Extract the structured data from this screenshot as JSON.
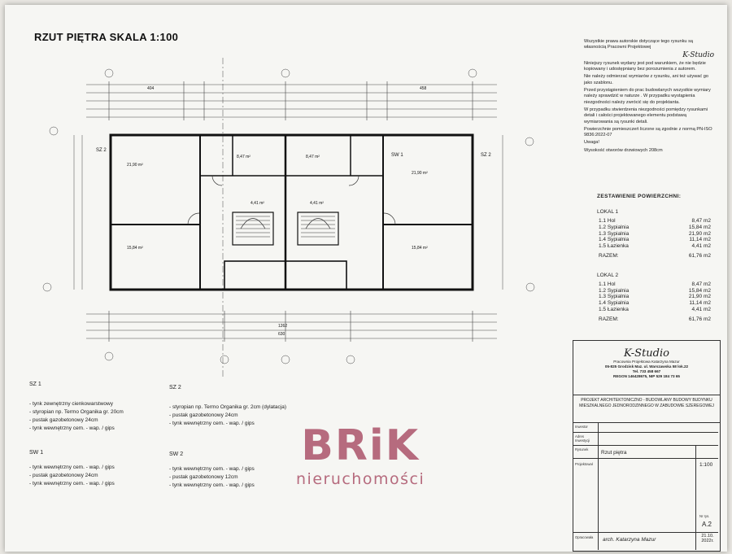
{
  "title": "RZUT PIĘTRA    SKALA  1:100",
  "plan": {
    "left_room_area": "21,90 m²",
    "right_room_area": "21,90 m²",
    "bedroom_area": "15,84 m²",
    "hall_area": "8,47 m²",
    "bath_area": "4,41 m²",
    "label_sz2": "SZ 2",
    "label_sw1": "SW 1",
    "dim_total": "1262",
    "dim_a": "404",
    "dim_b": "458",
    "dim_c": "630"
  },
  "legend": {
    "sz1": {
      "title": "SZ 1",
      "lines": [
        "- tynk zewnętrzny cienkowarstwowy",
        "- styropian np. Termo Organika  gr. 20cm",
        "- pustak gazobetonowy 24cm",
        "- tynk wewnętrzny cem. - wap. / gips"
      ]
    },
    "sz2": {
      "title": "SZ 2",
      "lines": [
        "- styropian np. Termo Organika  gr. 2cm (dylatacja)",
        "- pustak gazobetonowy 24cm",
        "- tynk wewnętrzny cem. - wap. / gips"
      ]
    },
    "sw1": {
      "title": "SW 1",
      "lines": [
        "- tynk wewnętrzny cem. - wap. / gips",
        "- pustak gazobetonowy 24cm",
        "- tynk wewnętrzny cem. - wap. / gips"
      ]
    },
    "sw2": {
      "title": "SW 2",
      "lines": [
        "- tynk wewnętrzny cem. - wap. / gips",
        "- pustak gazobetonowy 12cm",
        "- tynk wewnętrzny cem. - wap. / gips"
      ]
    }
  },
  "notes": {
    "p1": "Wszystkie prawa autorskie dotyczące tego rysunku są własnością Pracowni Projektowej",
    "studio": "K-Studio",
    "p2": "Niniejszy rysunek wydany jest pod warunkiem, że nie będzie kopiowany i udostępniany bez porozumienia z autorem.",
    "p3": "Nie należy odmierzać wymiarów z rysunku, ani też używać go jako szablonu.",
    "p4": "Przed przystąpieniem do prac budowlanych wszystkie wymiary należy sprawdzić w naturze . W przypadku wystąpienia niezgodności należy zwrócić się do projektanta.",
    "p5": "W przypadku stwierdzenia niezgodności pomiędzy rysunkami detali i całości projektowanego elementu podstawą wymiarowania są rysunki detali.",
    "p6": "Powierzchnie pomieszczeń liczone są zgodnie z normą PN-ISO 9836:2022-07",
    "p7": "Uwaga!",
    "p8": "Wysokość otworów drzwiowych 208cm"
  },
  "areas": {
    "heading": "ZESTAWIENIE POWIERZCHNI:",
    "lokal1": {
      "title": "LOKAL  1",
      "rows": [
        {
          "name": "1.1  Hol",
          "value": "8,47 m2"
        },
        {
          "name": "1.2  Sypialnia",
          "value": "15,84 m2"
        },
        {
          "name": "1.3  Sypialnia",
          "value": "21,90 m2"
        },
        {
          "name": "1.4  Sypialnia",
          "value": "11,14 m2"
        },
        {
          "name": "1.5  Łazienka",
          "value": "4,41 m2"
        }
      ],
      "total_label": "RAZEM:",
      "total": "61,76 m2"
    },
    "lokal2": {
      "title": "LOKAL  2",
      "rows": [
        {
          "name": "1.1  Hol",
          "value": "8,47 m2"
        },
        {
          "name": "1.2  Sypialnia",
          "value": "15,84 m2"
        },
        {
          "name": "1.3  Sypialnia",
          "value": "21,90 m2"
        },
        {
          "name": "1.4  Sypialnia",
          "value": "11,14 m2"
        },
        {
          "name": "1.5  Łazienka",
          "value": "4,41 m2"
        }
      ],
      "total_label": "RAZEM:",
      "total": "61,76 m2"
    }
  },
  "titleblock": {
    "logo": "K-Studio",
    "owner": "Pracownia Projektowa Katarzyna Mazur",
    "address": "05-825 Grodzisk Maz. ul. Warszawska 58 lok.22",
    "phone": "Tel. 733 458 667",
    "ids": "REGON 146428675, NIP 529 184 73 65",
    "project": "PROJEKT ARCHITEKTONICZNO - BUDOWLANY BUDOWY BUDYNKU MIESZKALNEGO JEDNORODZINNEGO W ZABUDOWIE SZEREGOWEJ",
    "lbl_inwestor": "Inwestor",
    "lbl_adres": "Adres Inwestycji",
    "lbl_rysunek": "Rysunek",
    "lbl_projektant": "Projektował",
    "lbl_opracowal": "Opracowała",
    "rysunek": "Rzut piętra",
    "scale": "1:100",
    "sheet_label": "Nr rys.",
    "sheet": "A.2",
    "author": "arch. Katarzyna Mazur",
    "date": "21.10. 2022r."
  },
  "watermark": {
    "brand": "BRiK",
    "sub": "nieruchomości"
  }
}
